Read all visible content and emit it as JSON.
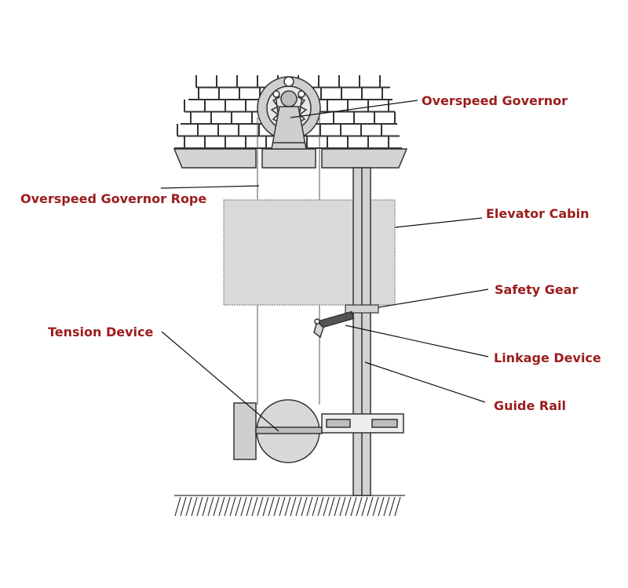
{
  "colors": {
    "label": "#9b1c1c",
    "stroke": "#333333",
    "part_fill": "#d3d3d3",
    "cabin_fill": "#d9d9d9",
    "leader": "#111111"
  },
  "labels": {
    "overspeed_governor": "Overspeed Governor",
    "governor_rope": "Overspeed Governor Rope",
    "elevator_cabin": "Elevator Cabin",
    "safety_gear": "Safety Gear",
    "tension_device": "Tension Device",
    "linkage_device": "Linkage Device",
    "guide_rail": "Guide Rail"
  }
}
